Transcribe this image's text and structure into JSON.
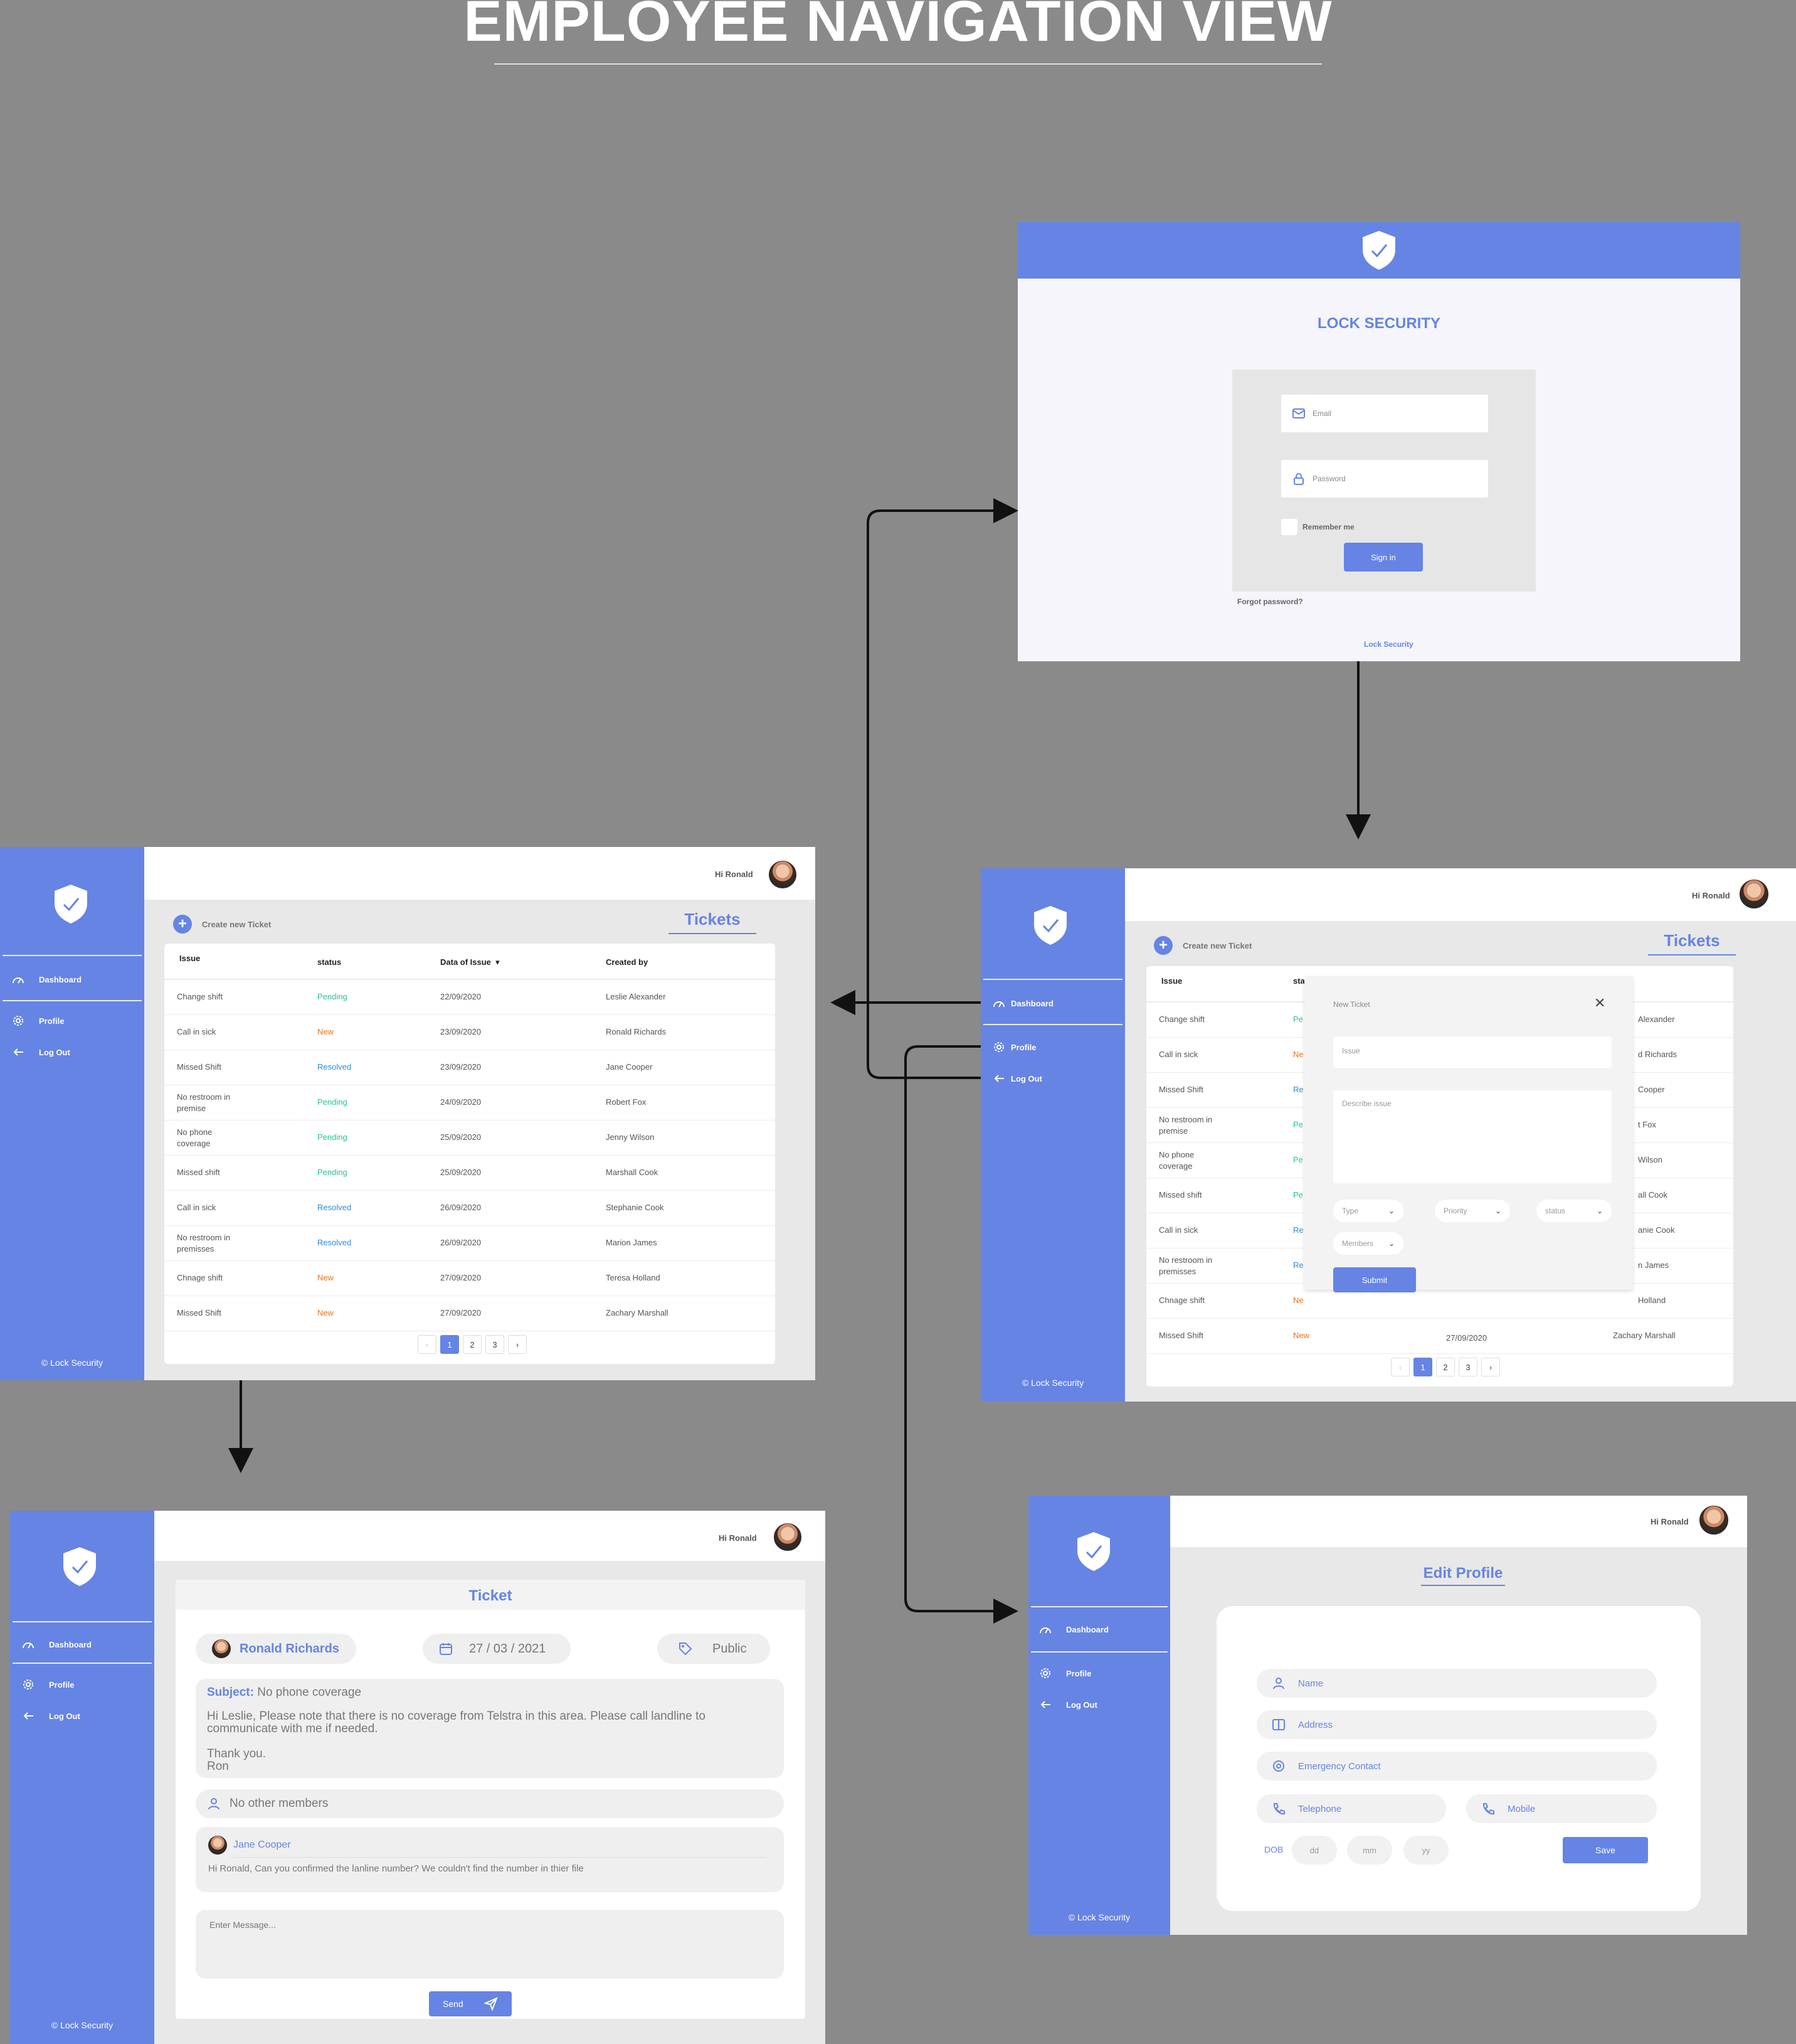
{
  "page_title": "EMPLOYEE NAVIGATION VIEW",
  "brand": {
    "name": "LOCK SECURITY",
    "copyright": "© Lock Security",
    "footer_link": "Lock Security",
    "color": "#6584e4"
  },
  "user": {
    "greeting": "Hi Ronald"
  },
  "nav": {
    "dashboard": "Dashboard",
    "profile": "Profile",
    "logout": "Log Out"
  },
  "login": {
    "email_placeholder": "Email",
    "password_placeholder": "Password",
    "remember": "Remember me",
    "signin": "Sign in",
    "forgot": "Forgot password?"
  },
  "tickets": {
    "title": "Tickets",
    "create": "Create new Ticket",
    "columns": [
      "Issue",
      "status",
      "Data of Issue",
      "Created by"
    ],
    "rows": [
      {
        "issue": [
          "Change shift"
        ],
        "status": "Pending",
        "date": "22/09/2020",
        "by": "Leslie Alexander"
      },
      {
        "issue": [
          "Call in sick"
        ],
        "status": "New",
        "date": "23/09/2020",
        "by": "Ronald Richards"
      },
      {
        "issue": [
          "Missed Shift"
        ],
        "status": "Resolved",
        "date": "23/09/2020",
        "by": "Jane Cooper"
      },
      {
        "issue": [
          "No restroom in",
          "premise"
        ],
        "status": "Pending",
        "date": "24/09/2020",
        "by": "Robert Fox"
      },
      {
        "issue": [
          "No phone",
          "coverage"
        ],
        "status": "Pending",
        "date": "25/09/2020",
        "by": "Jenny Wilson"
      },
      {
        "issue": [
          "Missed shift"
        ],
        "status": "Pending",
        "date": "25/09/2020",
        "by": "Marshall Cook"
      },
      {
        "issue": [
          "Call in sick"
        ],
        "status": "Resolved",
        "date": "26/09/2020",
        "by": "Stephanie Cook"
      },
      {
        "issue": [
          "No restroom in",
          "premisses"
        ],
        "status": "Resolved",
        "date": "26/09/2020",
        "by": "Marion James"
      },
      {
        "issue": [
          "Chnage shift"
        ],
        "status": "New",
        "date": "27/09/2020",
        "by": "Teresa Holland"
      },
      {
        "issue": [
          "Missed Shift"
        ],
        "status": "New",
        "date": "27/09/2020",
        "by": "Zachary Marshall"
      }
    ],
    "pages": [
      "‹",
      "1",
      "2",
      "3",
      "›"
    ],
    "active_page": "1"
  },
  "right_tickets": {
    "col_status_partial": "sta",
    "by_partial": [
      "Alexander",
      "d Richards",
      "Cooper",
      "t Fox",
      "Wilson",
      "all Cook",
      "anie Cook",
      "n James",
      "Holland",
      "Zachary Marshall"
    ],
    "status_partial": [
      "Pe",
      "Ne",
      "Re",
      "Pe",
      "Pe",
      "Pe",
      "Re",
      "Re",
      "Ne",
      "New"
    ],
    "last_date": "27/09/2020"
  },
  "new_ticket_modal": {
    "title": "New Ticket",
    "close": "✕",
    "issue_placeholder": "Issue",
    "describe_placeholder": "Describe issue",
    "type": "Type",
    "priority": "Priority",
    "status": "status",
    "members": "Members",
    "submit": "Submit"
  },
  "ticket_detail": {
    "title": "Ticket",
    "author": "Ronald Richards",
    "date": "27 / 03 / 2021",
    "visibility": "Public",
    "subject_label": "Subject:",
    "subject": "No phone coverage",
    "body_line1": "Hi Leslie, Please note that there is no coverage from Telstra in this area. Please call landline to",
    "body_line2": "communicate with me if needed.",
    "body_line3": "Thank you.",
    "body_line4": "Ron",
    "members": "No other members",
    "reply_author": "Jane Cooper",
    "reply_text": "Hi Ronald, Can you confirmed the lanline number? We couldn't find the number in thier file",
    "message_placeholder": "Enter Message...",
    "send": "Send"
  },
  "edit_profile": {
    "title": "Edit Profile",
    "name": "Name",
    "address": "Address",
    "emergency": "Emergency Contact",
    "telephone": "Telephone",
    "mobile": "Mobile",
    "dob": "DOB",
    "dd": "dd",
    "mm": "mm",
    "yy": "yy",
    "save": "Save"
  }
}
